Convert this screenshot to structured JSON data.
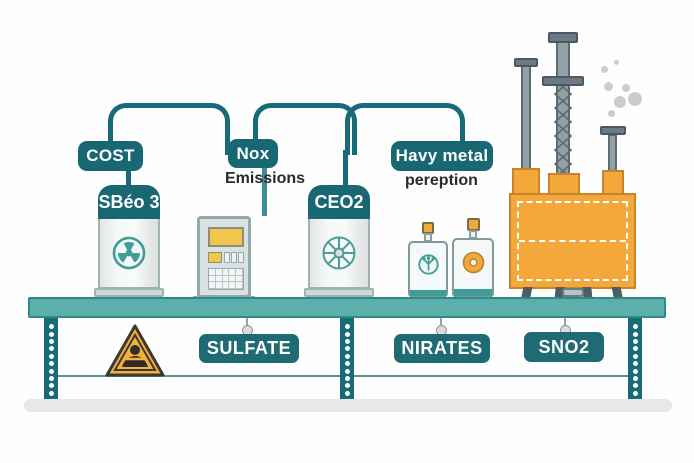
{
  "meta": {
    "title": "Industrial Emissions Laboratory Bench Infographic",
    "background_color": "#fefefe"
  },
  "palette": {
    "teal_dark": "#186773",
    "teal_pipe": "#176a77",
    "bench_top": "#5cb0ab",
    "orange": "#f4a83c",
    "amber_screen": "#f0c64b",
    "gray_stack": "#93a0a6",
    "smoke": "#c9cdd0",
    "floor": "#e8e8e8",
    "sign_teal": "#1f6b74"
  },
  "top_labels": [
    {
      "id": "cost",
      "text": "COST",
      "sub": ""
    },
    {
      "id": "nox",
      "text": "Nox",
      "sub": "Emissions"
    },
    {
      "id": "heavy-metal",
      "text": "Havy metal",
      "sub": "pereption"
    }
  ],
  "equipment": [
    {
      "id": "tank-sbeo3",
      "type": "gas-cylinder-tank",
      "cap_label": "SBéo 3",
      "icon": "radiation-trefoil-icon"
    },
    {
      "id": "control-panel",
      "type": "control-panel",
      "cap_label": "",
      "icon": "keypad-icon",
      "screen_color": "#f0c64b"
    },
    {
      "id": "tank-ceo2",
      "type": "gas-cylinder-tank",
      "cap_label": "CEO2",
      "icon": "turbine-fan-icon"
    },
    {
      "id": "bottle-left",
      "type": "reagent-bottle",
      "cap_label": "",
      "icon": "molecule-tree-icon"
    },
    {
      "id": "bottle-right",
      "type": "reagent-bottle",
      "cap_label": "",
      "icon": "ring-donut-icon"
    },
    {
      "id": "factory-plant",
      "type": "factory-smokestacks",
      "cap_label": "",
      "icon": "smokestack-icon"
    }
  ],
  "bottom_signs": [
    {
      "id": "sulfate",
      "text": "SULFATE"
    },
    {
      "id": "nirates",
      "text": "NIRATES"
    },
    {
      "id": "sno2",
      "text": "SNO2"
    }
  ],
  "hazard": {
    "id": "warning-triangle",
    "symbol": "health-hazard-icon",
    "fill": "#f4b041",
    "stroke": "#3a3a2e"
  }
}
